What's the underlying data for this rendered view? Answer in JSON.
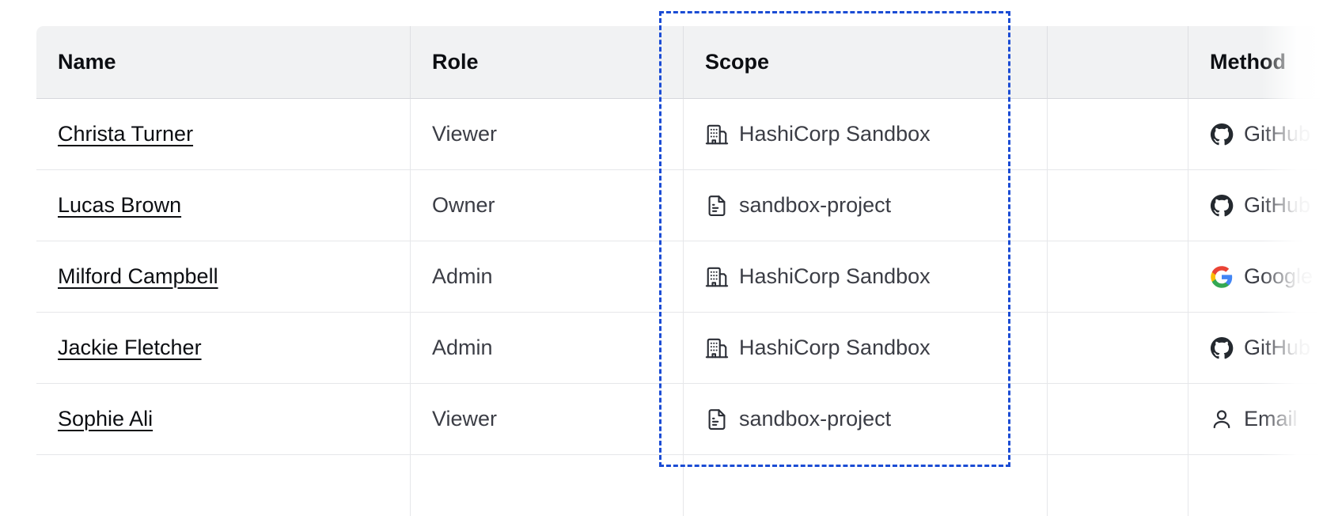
{
  "table": {
    "columns": [
      {
        "key": "name",
        "label": "Name"
      },
      {
        "key": "role",
        "label": "Role"
      },
      {
        "key": "scope",
        "label": "Scope"
      },
      {
        "key": "blank",
        "label": ""
      },
      {
        "key": "method",
        "label": "Method"
      }
    ],
    "rows": [
      {
        "name": "Christa Turner",
        "role": "Viewer",
        "scope": "HashiCorp Sandbox",
        "scope_icon": "organization-icon",
        "method": "GitHub",
        "method_icon": "github-icon"
      },
      {
        "name": "Lucas Brown",
        "role": "Owner",
        "scope": "sandbox-project",
        "scope_icon": "document-icon",
        "method": "GitHub",
        "method_icon": "github-icon"
      },
      {
        "name": "Milford Campbell",
        "role": "Admin",
        "scope": "HashiCorp Sandbox",
        "scope_icon": "organization-icon",
        "method": "Google",
        "method_icon": "google-icon"
      },
      {
        "name": "Jackie Fletcher",
        "role": "Admin",
        "scope": "HashiCorp Sandbox",
        "scope_icon": "organization-icon",
        "method": "GitHub",
        "method_icon": "github-icon"
      },
      {
        "name": "Sophie Ali",
        "role": "Viewer",
        "scope": "sandbox-project",
        "scope_icon": "document-icon",
        "method": "Email",
        "method_icon": "user-icon"
      },
      {
        "name": "",
        "role": "",
        "scope": "",
        "scope_icon": "",
        "method": "",
        "method_icon": ""
      }
    ]
  },
  "highlight": {
    "target_column": "Scope",
    "color": "#1B4CD4",
    "style": "dashed"
  },
  "colors": {
    "header_bg": "#F1F2F3",
    "header_text": "#0C0E12",
    "body_text": "#3B3D45",
    "link_text": "#0C0E12",
    "row_border": "#E6E7EA",
    "highlight": "#1B4CD4",
    "github": "#24292F",
    "google_blue": "#4285F4",
    "google_red": "#EA4335",
    "google_yellow": "#FBBC05",
    "google_green": "#34A853"
  }
}
